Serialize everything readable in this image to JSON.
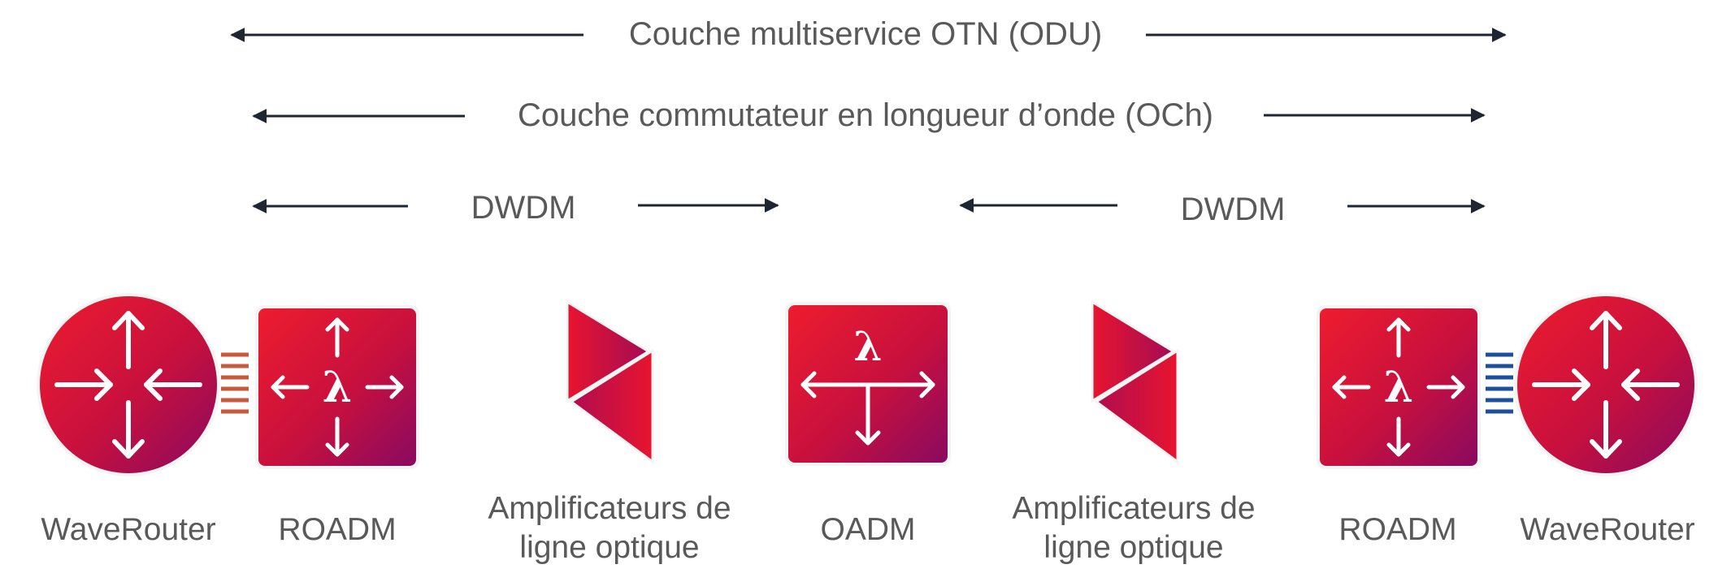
{
  "layers": {
    "otn": "Couche multiservice OTN (ODU)",
    "och": "Couche commutateur en longueur d’onde (OCh)",
    "dwdm_left": "DWDM",
    "dwdm_right": "DWDM"
  },
  "devices": [
    {
      "label": "WaveRouter",
      "icon": "router-icon"
    },
    {
      "label": "ROADM",
      "icon": "roadm-icon"
    },
    {
      "label_line1": "Amplificateurs de",
      "label_line2": "ligne optique",
      "icon": "amplifier-icon"
    },
    {
      "label": "OADM",
      "icon": "oadm-icon"
    },
    {
      "label_line1": "Amplificateurs de",
      "label_line2": "ligne optique",
      "icon": "amplifier-icon"
    },
    {
      "label": "ROADM",
      "icon": "roadm-icon"
    },
    {
      "label": "WaveRouter",
      "icon": "router-icon"
    }
  ],
  "colors": {
    "icon_start": "#e8112d",
    "icon_end": "#8c0a5e",
    "arrow": "#1e2533",
    "text": "#595959",
    "fiber_orange": "#d57a3a",
    "fiber_yellow": "#c7c23e",
    "fiber_teal": "#5b9d8f",
    "fiber_blue": "#2f6fd0",
    "fiber_navy": "#1f4f98"
  }
}
